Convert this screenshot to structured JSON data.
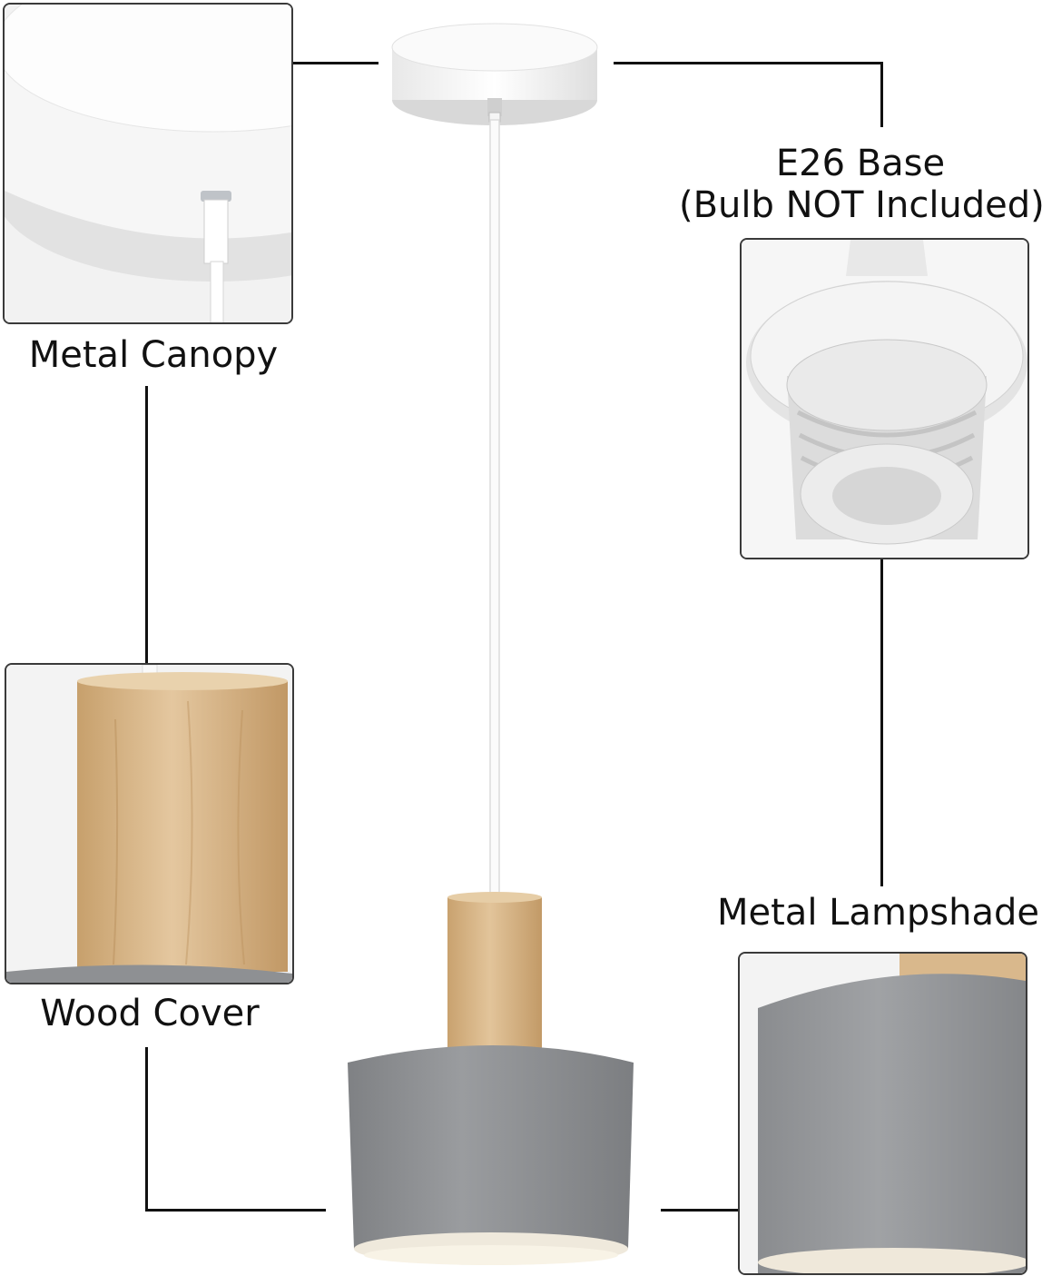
{
  "labels": {
    "metal_canopy": "Metal Canopy",
    "e26_line1": "E26 Base",
    "e26_line2": "(Bulb NOT Included)",
    "wood_cover": "Wood Cover",
    "metal_lampshade": "Metal Lampshade"
  },
  "colors": {
    "canopy": "#ffffff",
    "wood": "#d9b88c",
    "shade": "#8f9194",
    "connector_line": "#111111",
    "panel_border": "#3a3a3a"
  }
}
